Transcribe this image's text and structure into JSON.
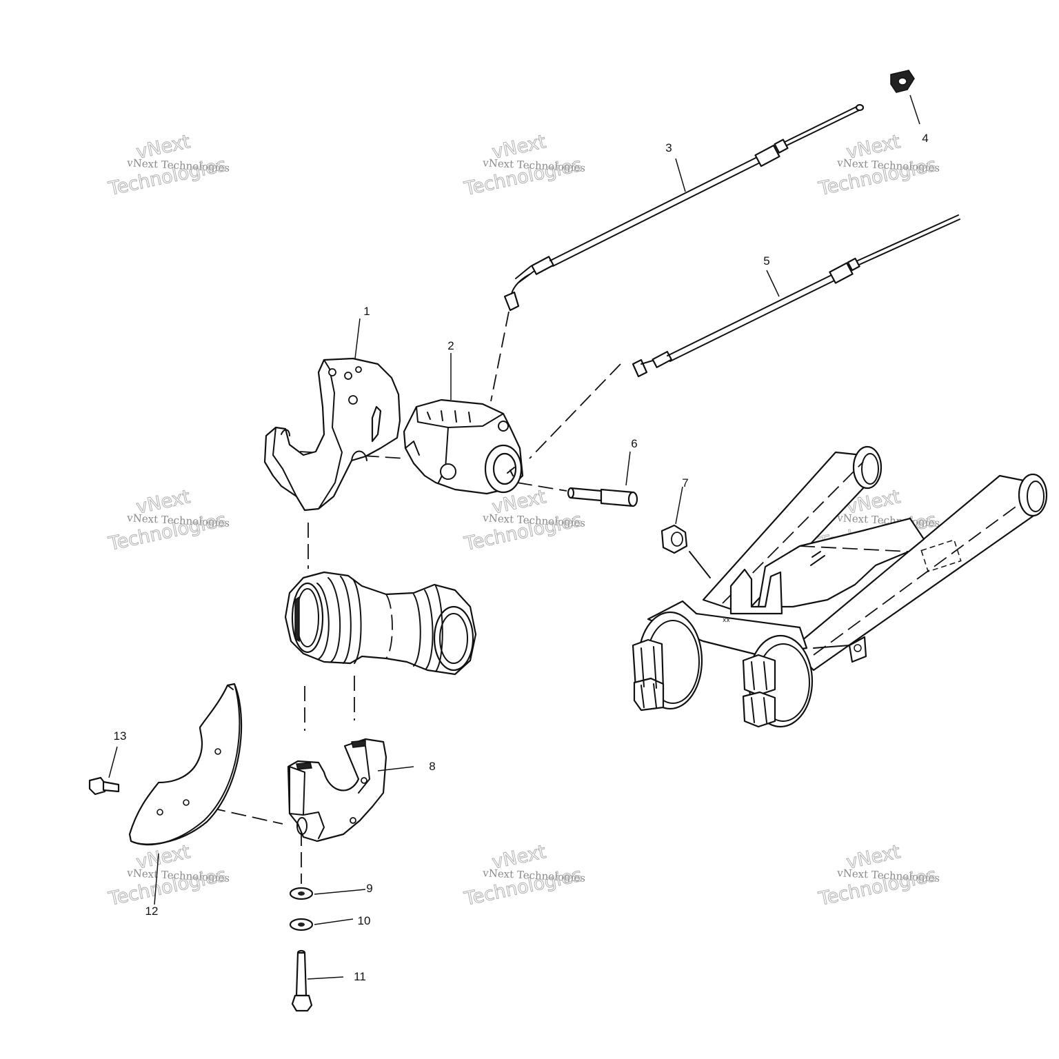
{
  "watermark": {
    "line1": "vNext",
    "line2": "vNext Technologies",
    "line3": "Technologies"
  },
  "callouts": [
    "1",
    "2",
    "3",
    "4",
    "5",
    "6",
    "7",
    "8",
    "9",
    "10",
    "11",
    "12",
    "13"
  ]
}
